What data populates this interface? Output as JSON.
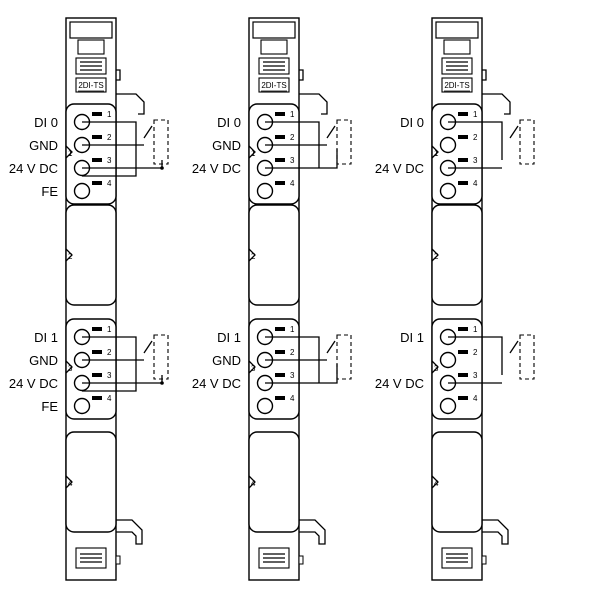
{
  "modules": [
    {
      "header": "2DI-TS",
      "groups": [
        {
          "number": "1",
          "rows": [
            {
              "label": "DI 0",
              "terminal": "1"
            },
            {
              "label": "GND",
              "terminal": "2"
            },
            {
              "label": "24 V DC",
              "terminal": "3"
            },
            {
              "label": "FE",
              "terminal": "4"
            }
          ]
        },
        {
          "number": "3",
          "rows": [
            {
              "label": "DI 1",
              "terminal": "1"
            },
            {
              "label": "GND",
              "terminal": "2"
            },
            {
              "label": "24 V DC",
              "terminal": "3"
            },
            {
              "label": "FE",
              "terminal": "4"
            }
          ]
        }
      ],
      "segments": [
        "2",
        "4"
      ]
    },
    {
      "header": "2DI-TS",
      "groups": [
        {
          "number": "1",
          "rows": [
            {
              "label": "DI 0",
              "terminal": "1"
            },
            {
              "label": "GND",
              "terminal": "2"
            },
            {
              "label": "24 V DC",
              "terminal": "3"
            },
            {
              "label": "",
              "terminal": "4"
            }
          ]
        },
        {
          "number": "3",
          "rows": [
            {
              "label": "DI 1",
              "terminal": "1"
            },
            {
              "label": "GND",
              "terminal": "2"
            },
            {
              "label": "24 V DC",
              "terminal": "3"
            },
            {
              "label": "",
              "terminal": "4"
            }
          ]
        }
      ],
      "segments": [
        "2",
        "4"
      ]
    },
    {
      "header": "2DI-TS",
      "groups": [
        {
          "number": "1",
          "rows": [
            {
              "label": "DI 0",
              "terminal": "1"
            },
            {
              "label": "",
              "terminal": "2"
            },
            {
              "label": "24 V DC",
              "terminal": "3"
            },
            {
              "label": "",
              "terminal": "4"
            }
          ]
        },
        {
          "number": "3",
          "rows": [
            {
              "label": "DI 1",
              "terminal": "1"
            },
            {
              "label": "",
              "terminal": "2"
            },
            {
              "label": "24 V DC",
              "terminal": "3"
            },
            {
              "label": "",
              "terminal": "4"
            }
          ]
        }
      ],
      "segments": [
        "2",
        "4"
      ]
    }
  ]
}
